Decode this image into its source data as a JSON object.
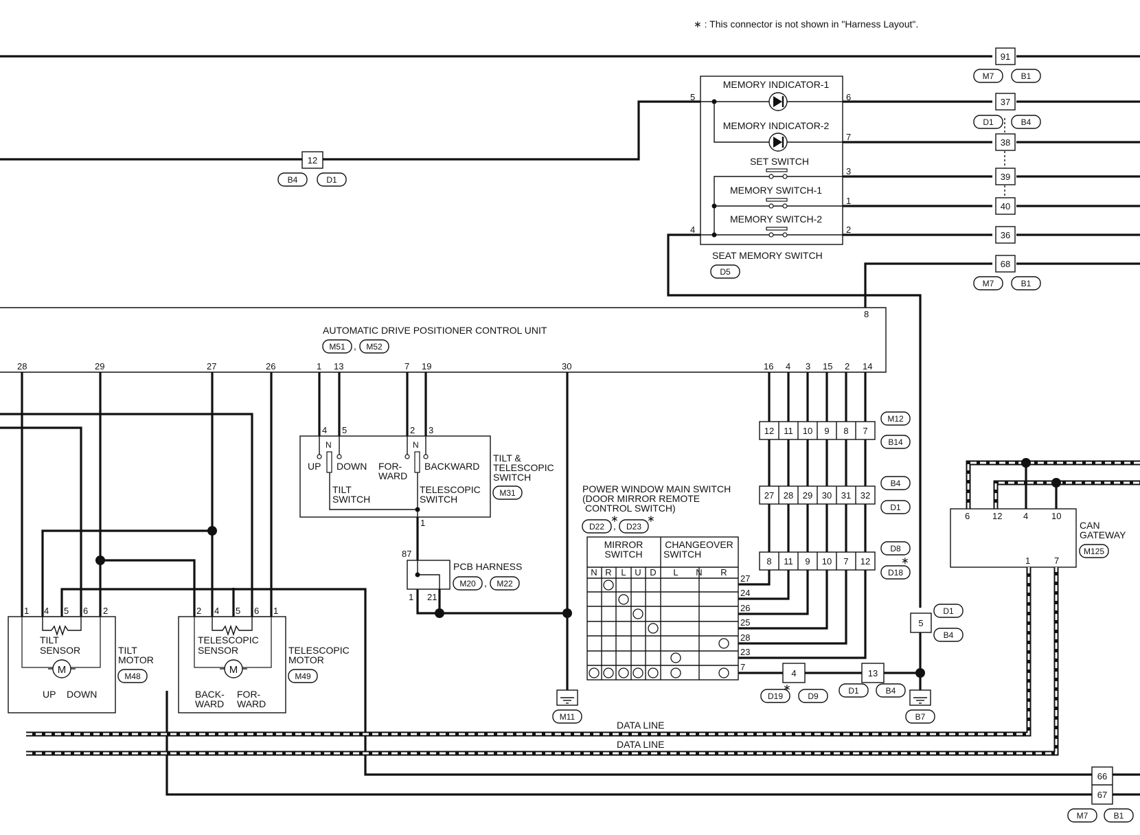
{
  "note": "∗ : This connector is not shown in \"Harness Layout\".",
  "adp_unit": {
    "title": "AUTOMATIC DRIVE POSITIONER CONTROL UNIT",
    "connectors": [
      "M51",
      "M52"
    ],
    "pins": [
      "28",
      "29",
      "27",
      "26",
      "1",
      "13",
      "7",
      "19",
      "30",
      "16",
      "4",
      "3",
      "15",
      "2",
      "14",
      "8"
    ]
  },
  "seat_memory_switch": {
    "title": "SEAT MEMORY SWITCH",
    "connector": "D5",
    "items": [
      "MEMORY INDICATOR-1",
      "MEMORY INDICATOR-2",
      "SET SWITCH",
      "MEMORY SWITCH-1",
      "MEMORY SWITCH-2"
    ],
    "pins": [
      "5",
      "6",
      "7",
      "3",
      "1",
      "4",
      "2"
    ]
  },
  "jc_left": {
    "pin": "12",
    "connectors": [
      "B4",
      "D1"
    ]
  },
  "jc_right": {
    "pins": [
      "91",
      "37",
      "38",
      "39",
      "40",
      "36",
      "68"
    ],
    "conn_a": [
      "M7",
      "B1"
    ],
    "conn_b": [
      "D1",
      "B4"
    ],
    "conn_c": [
      "M7",
      "B1"
    ]
  },
  "tilt_telescopic_switch": {
    "title": [
      "TILT &",
      "TELESCOPIC",
      "SWITCH"
    ],
    "connector": "M31",
    "labels": [
      "UP",
      "DOWN",
      "FOR-",
      "WARD",
      "BACKWARD",
      "TILT",
      "SWITCH",
      "TELESCOPIC",
      "SWITCH",
      "N",
      "N"
    ],
    "pins": [
      "4",
      "5",
      "2",
      "3",
      "1"
    ]
  },
  "pcb_harness": {
    "title": "PCB HARNESS",
    "connectors": [
      "M20",
      "M22"
    ],
    "pins": [
      "87",
      "1",
      "21"
    ]
  },
  "ground_m11": "M11",
  "ground_b7": "B7",
  "tilt_motor": {
    "title": [
      "TILT",
      "MOTOR"
    ],
    "connector": "M48",
    "sensor": [
      "TILT",
      "SENSOR"
    ],
    "dirs": [
      "UP",
      "DOWN"
    ],
    "pins": [
      "1",
      "4",
      "5",
      "6",
      "2"
    ],
    "m": "M"
  },
  "telescopic_motor": {
    "title": [
      "TELESCOPIC",
      "MOTOR"
    ],
    "connector": "M49",
    "sensor": [
      "TELESCOPIC",
      "SENSOR"
    ],
    "dirs": [
      "BACK-",
      "WARD",
      "FOR-",
      "WARD"
    ],
    "pins": [
      "2",
      "4",
      "5",
      "6",
      "1"
    ],
    "m": "M"
  },
  "pw_switch": {
    "title": [
      "POWER WINDOW MAIN SWITCH",
      "(DOOR MIRROR REMOTE",
      "CONTROL SWITCH)"
    ],
    "connectors": [
      "D22",
      "D23"
    ],
    "mirror": [
      "MIRROR",
      "SWITCH"
    ],
    "changeover": [
      "CHANGEOVER",
      "SWITCH"
    ],
    "cols": [
      "N",
      "R",
      "L",
      "U",
      "D",
      "L",
      "N",
      "R"
    ],
    "pins": [
      "27",
      "24",
      "26",
      "25",
      "28",
      "23",
      "7"
    ]
  },
  "jc_rows": {
    "r1": [
      "12",
      "11",
      "10",
      "9",
      "8",
      "7"
    ],
    "r1_conn": [
      "M12",
      "B14"
    ],
    "r2": [
      "27",
      "28",
      "29",
      "30",
      "31",
      "32"
    ],
    "r2_conn": [
      "B4",
      "D1"
    ],
    "r3": [
      "8",
      "11",
      "9",
      "10",
      "7",
      "12"
    ],
    "r3_conn": [
      "D8",
      "D18"
    ]
  },
  "jc_4": {
    "pin": "4",
    "connectors": [
      "D19",
      "D9"
    ]
  },
  "jc_13": {
    "pin": "13",
    "connectors": [
      "D1",
      "B4"
    ]
  },
  "jc_5": {
    "pin": "5",
    "connectors": [
      "D1",
      "B4"
    ]
  },
  "can_gateway": {
    "title": [
      "CAN",
      "GATEWAY"
    ],
    "connector": "M125",
    "pins": [
      "6",
      "12",
      "4",
      "10",
      "1",
      "7"
    ]
  },
  "data_line": [
    "DATA LINE",
    "DATA LINE"
  ],
  "jc_bottom": {
    "pins": [
      "66",
      "67"
    ],
    "connectors": [
      "M7",
      "B1"
    ]
  },
  "star": "∗"
}
